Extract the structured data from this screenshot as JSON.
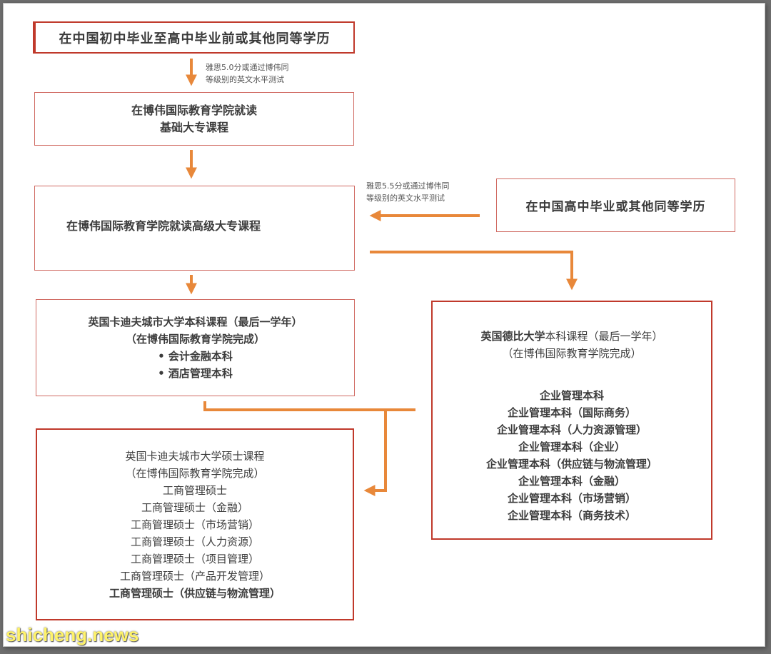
{
  "boxes": {
    "box1": {
      "title": "在中国初中毕业至高中毕业前或其他同等学历"
    },
    "box2": {
      "lines": [
        "在博伟国际教育学院就读",
        "基础大专课程"
      ]
    },
    "box3": {
      "title": "在博伟国际教育学院就读高级大专课程"
    },
    "box4": {
      "title": "在中国高中毕业或其他同等学历"
    },
    "box5": {
      "lines": [
        "英国卡迪夫城市大学本科课程（最后一学年）",
        "（在博伟国际教育学院完成）",
        "• 会计金融本科",
        "• 酒店管理本科"
      ]
    },
    "box6": {
      "heading_strong": "英国德比大学",
      "heading_rest": "本科课程（最后一学年）",
      "subheading": "（在博伟国际教育学院完成）",
      "items": [
        "企业管理本科",
        "企业管理本科（国际商务）",
        "企业管理本科（人力资源管理）",
        "企业管理本科（企业）",
        "企业管理本科（供应链与物流管理）",
        "企业管理本科（金融）",
        "企业管理本科（市场营销）",
        "企业管理本科（商务技术）"
      ]
    },
    "box7": {
      "lines": [
        "英国卡迪夫城市大学硕士课程",
        "（在博伟国际教育学院完成）",
        "工商管理硕士",
        "工商管理硕士（金融）",
        "工商管理硕士（市场营销）",
        "工商管理硕士（人力资源）",
        "工商管理硕士（项目管理）",
        "工商管理硕士（产品开发管理）",
        "工商管理硕士（供应链与物流管理）"
      ]
    }
  },
  "notes": {
    "note1": [
      "雅思5.0分或通过博伟同",
      "等级别的英文水平测试"
    ],
    "note2": [
      "雅思5.5分或通过博伟同",
      "等级别的英文水平测试"
    ]
  },
  "colors": {
    "arrow": "#e8883a",
    "border": "#c0392b"
  },
  "watermark": "shicheng.news"
}
